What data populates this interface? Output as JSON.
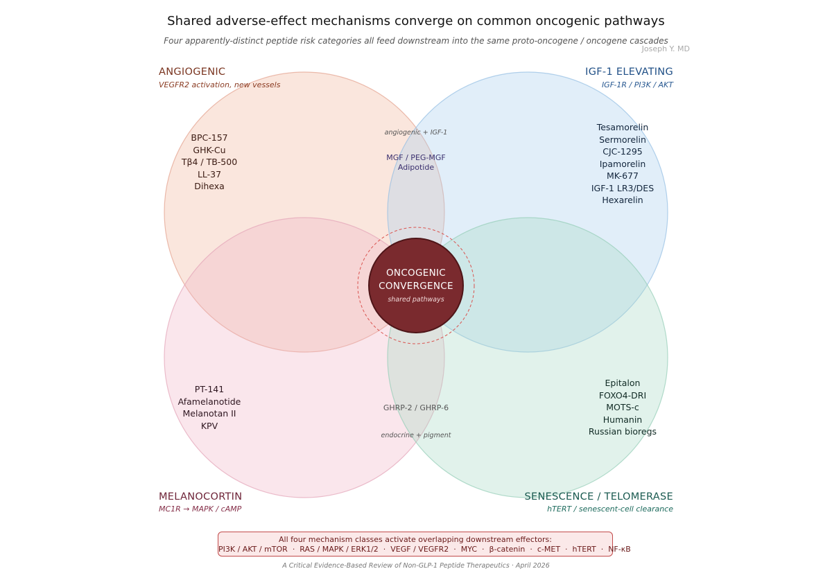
{
  "title": "Shared adverse-effect mechanisms converge on common oncogenic pathways",
  "subtitle": "Four apparently-distinct peptide risk categories all feed downstream into the same proto-oncogene / oncogene cascades",
  "author": "Joseph Y. MD",
  "categories": {
    "angiogenic": {
      "name": "ANGIOGENIC",
      "mechanism": "VEGFR2 activation, new vessels",
      "color": "#e8a88f",
      "peptides": [
        "BPC-157",
        "GHK-Cu",
        "Tβ4 / TB-500",
        "LL-37",
        "Dihexa"
      ]
    },
    "igf1": {
      "name": "IGF-1 ELEVATING",
      "mechanism": "IGF-1R / PI3K / AKT",
      "color": "#a9cdee",
      "peptides": [
        "Tesamorelin",
        "Sermorelin",
        "CJC-1295",
        "Ipamorelin",
        "MK-677",
        "IGF-1 LR3/DES",
        "Hexarelin"
      ]
    },
    "melanocortin": {
      "name": "MELANOCORTIN",
      "mechanism": "MC1R → MAPK / cAMP",
      "color": "#efbccb",
      "peptides": [
        "PT-141",
        "Afamelanotide",
        "Melanotan II",
        "KPV"
      ]
    },
    "senescence": {
      "name": "SENESCENCE / TELOMERASE",
      "mechanism": "hTERT / senescent-cell clearance",
      "color": "#b5e0cf",
      "peptides": [
        "Epitalon",
        "FOXO4-DRI",
        "MOTS-c",
        "Humanin",
        "Russian bioregs"
      ]
    }
  },
  "overlaps": {
    "top": {
      "label": "angiogenic + IGF-1",
      "peptides": [
        "MGF / PEG-MGF",
        "Adipotide"
      ]
    },
    "bottom": {
      "label": "endocrine + pigment",
      "peptides": [
        "GHRP-2 / GHRP-6"
      ]
    }
  },
  "core": {
    "line1": "ONCOGENIC",
    "line2": "CONVERGENCE",
    "line3": "shared pathways",
    "color": "#7a2a2e"
  },
  "effectors": {
    "heading": "All four mechanism classes activate overlapping downstream effectors:",
    "list": "PI3K / AKT / mTOR  ·  RAS / MAPK / ERK1/2  ·  VEGF / VEGFR2  ·  MYC  ·  β-catenin  ·  c-MET  ·  hTERT  ·  NF-κB"
  },
  "footer": "A Critical Evidence-Based Review of Non-GLP-1 Peptide Therapeutics · April 2026"
}
